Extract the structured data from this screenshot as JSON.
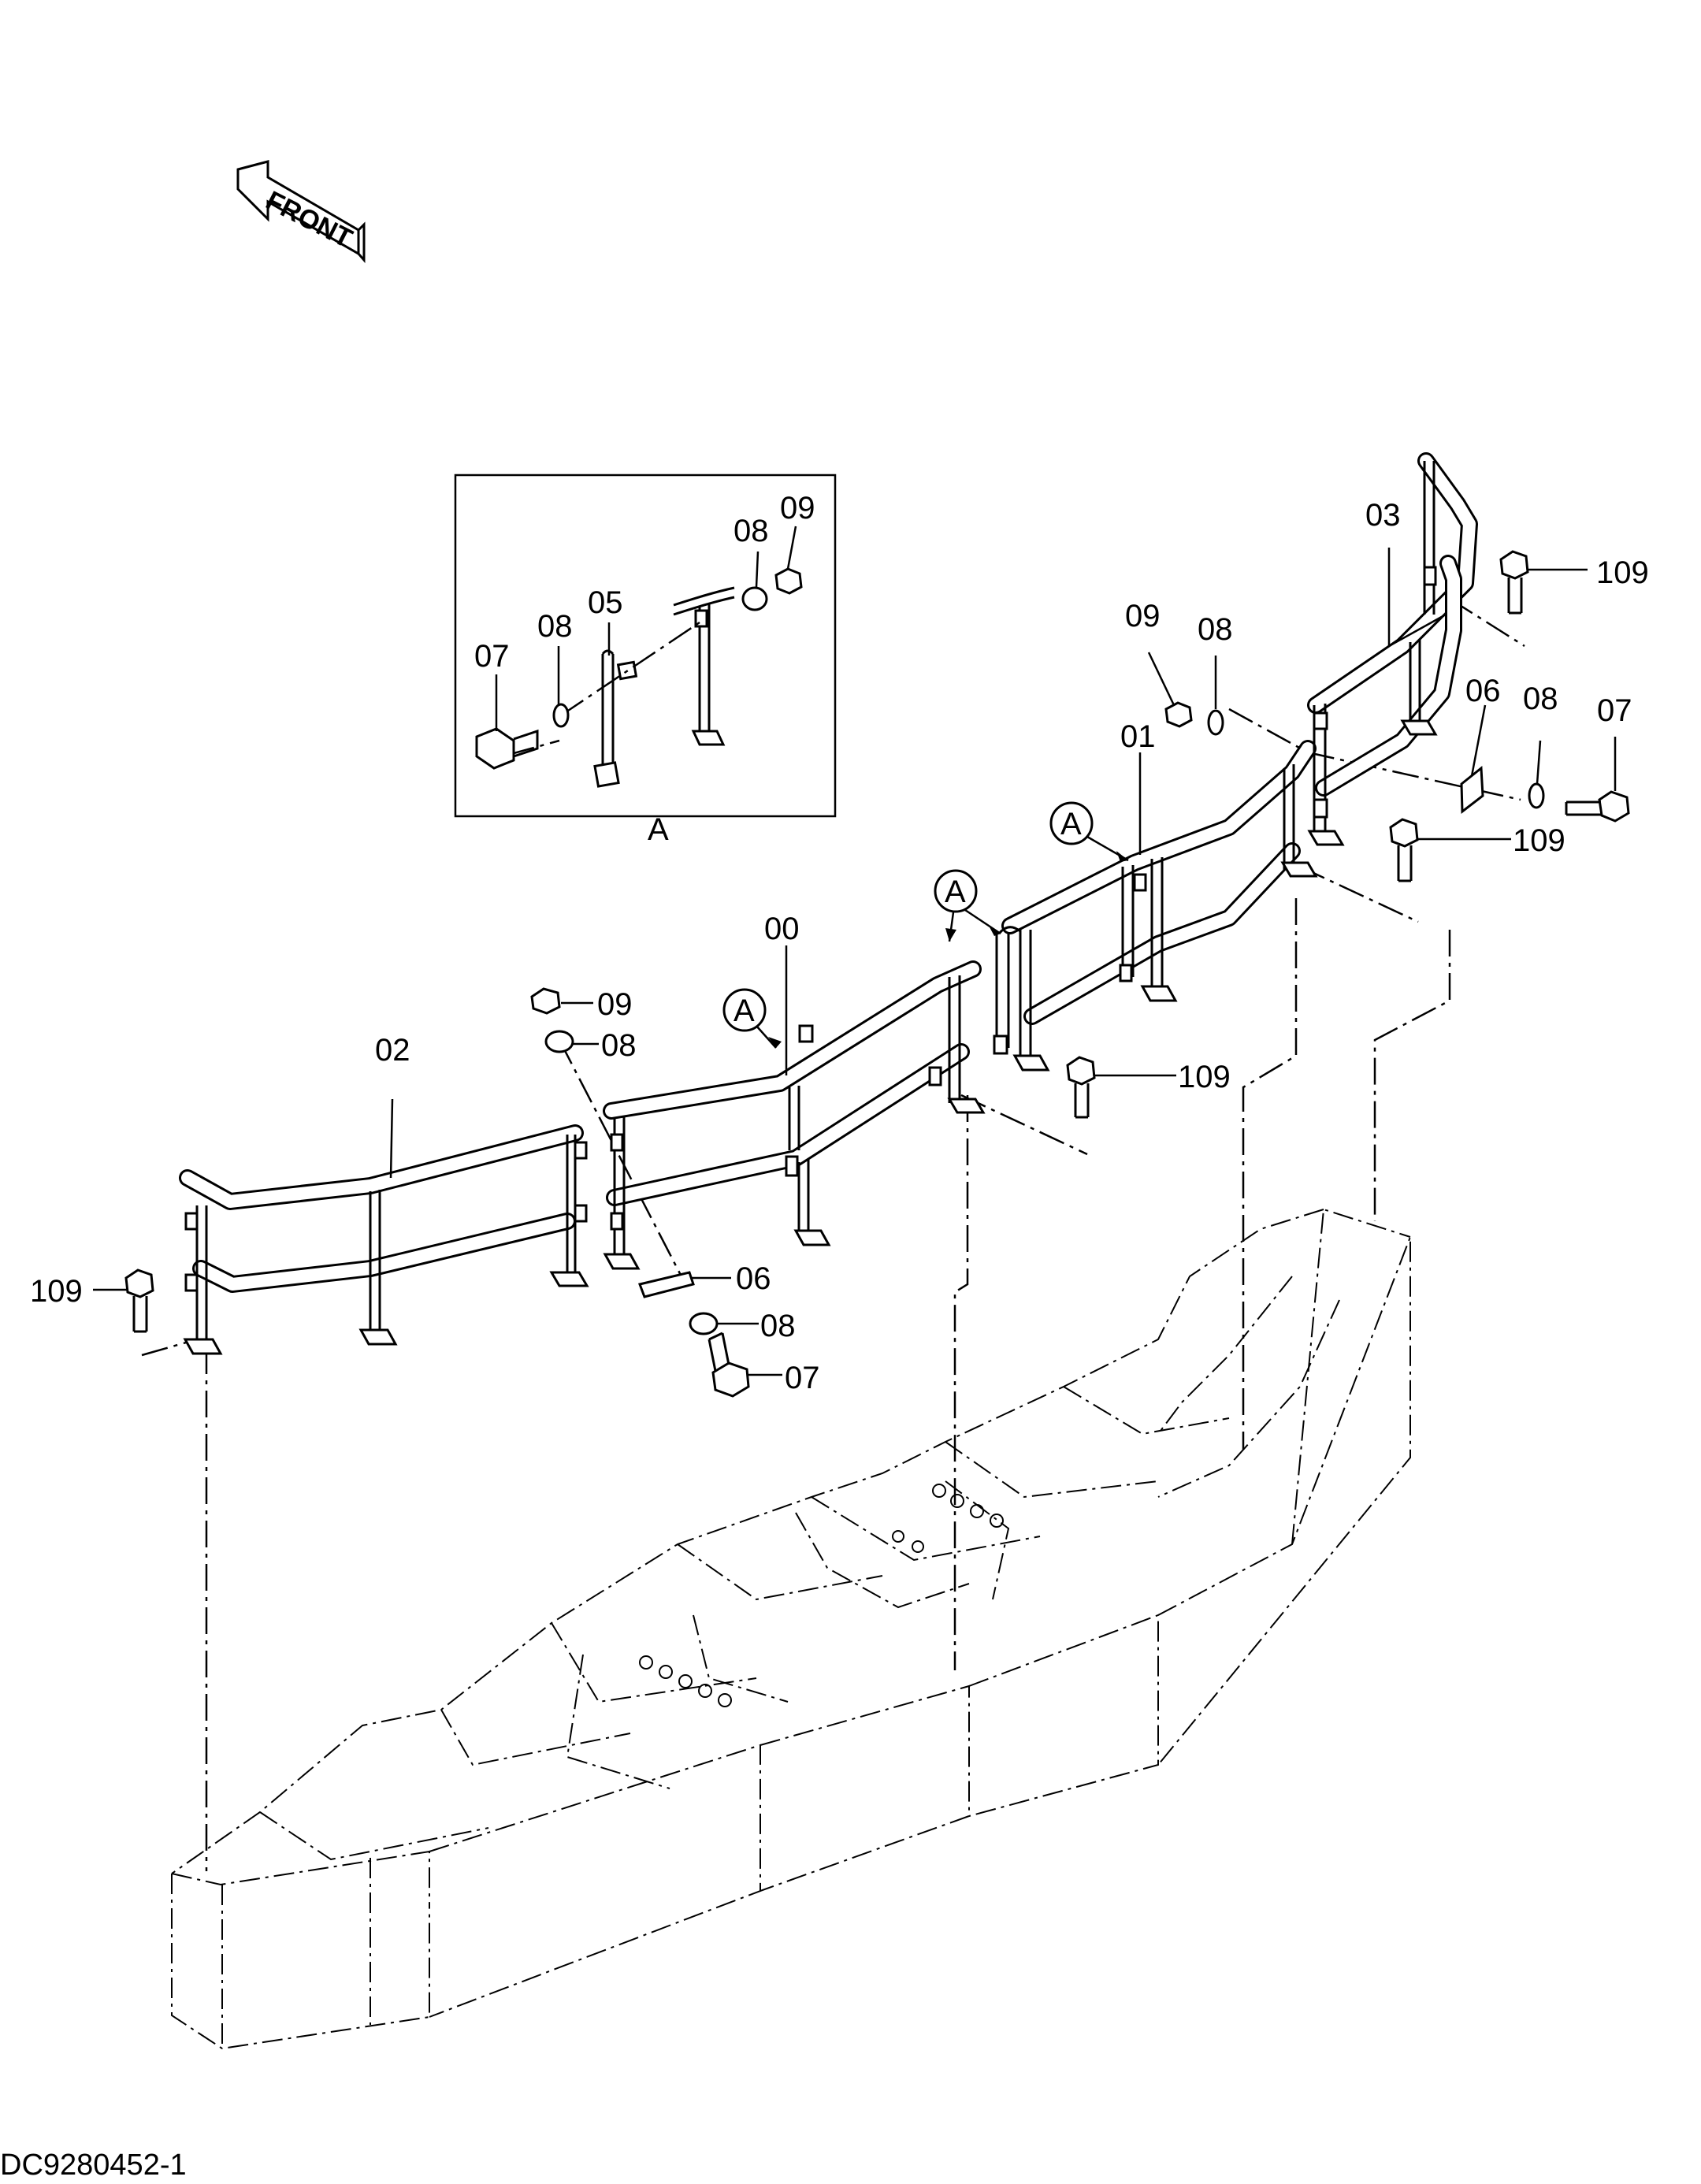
{
  "front_arrow": {
    "label": "FRONT"
  },
  "detail_view": {
    "label": "A"
  },
  "part_labels": {
    "p00": "00",
    "p01": "01",
    "p02": "02",
    "p03": "03",
    "p05": "05",
    "p06a": "06",
    "p06b": "06",
    "p07a": "07",
    "p07b": "07",
    "p07c": "07",
    "p08a": "08",
    "p08b": "08",
    "p08c": "08",
    "p08d": "08",
    "p08e": "08",
    "p08f": "08",
    "p09a": "09",
    "p09b": "09",
    "p09c": "09",
    "p109a": "109",
    "p109b": "109",
    "p109c": "109",
    "p109d": "109"
  },
  "view_markers": {
    "m1": "A",
    "m2": "A",
    "m3": "A"
  },
  "drawing_number": "DC9280452-1"
}
